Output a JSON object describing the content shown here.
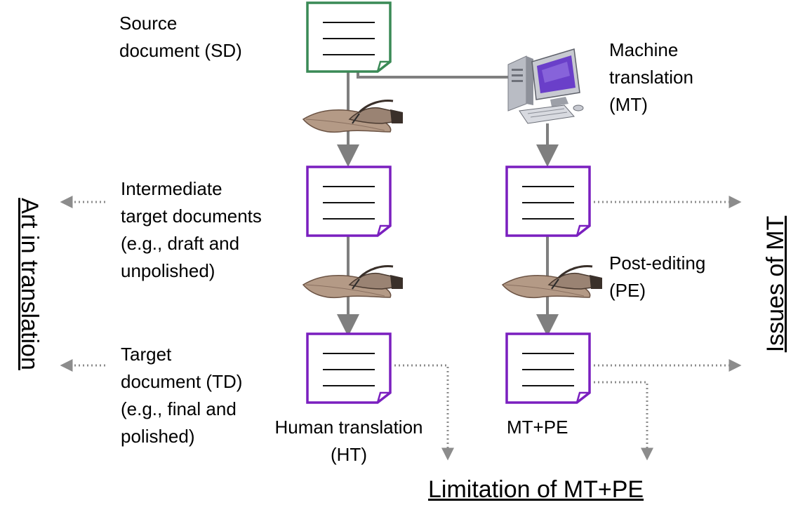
{
  "labels": {
    "source": "Source\ndocument (SD)",
    "machine": "Machine\ntranslation\n(MT)",
    "intermediate": "Intermediate\ntarget documents\n(e.g., draft and\nunpolished)",
    "post_editing": "Post-editing\n(PE)",
    "target": "Target\ndocument (TD)\n(e.g., final and\npolished)",
    "human_translation": "Human translation\n(HT)",
    "mt_pe": "MT+PE"
  },
  "headings": {
    "art": "Art in translation",
    "issues": "Issues of MT",
    "limitation": "Limitation of MT+PE"
  },
  "icons": {
    "document": "document-icon",
    "quill": "quill-hand-icon",
    "computer": "computer-icon"
  },
  "colors": {
    "source_doc": "#3a8a56",
    "target_doc": "#7a1fbf",
    "arrow": "#7f7f7f",
    "dotted": "#8c8c8c"
  }
}
